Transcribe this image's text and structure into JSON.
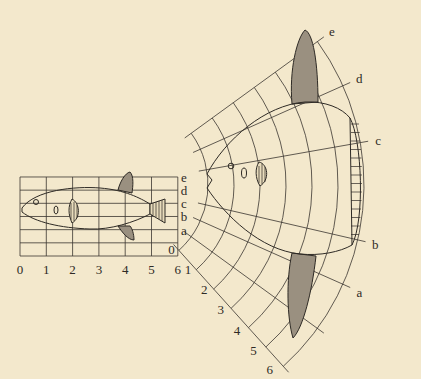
{
  "diagram": {
    "labels": [
      "0",
      "1",
      "2",
      "3",
      "4",
      "5",
      "6",
      "e",
      "d",
      "c",
      "b",
      "a",
      "0",
      "1",
      "2",
      "3",
      "4",
      "5",
      "6",
      "e",
      "d",
      "c",
      "b",
      "a"
    ]
  }
}
